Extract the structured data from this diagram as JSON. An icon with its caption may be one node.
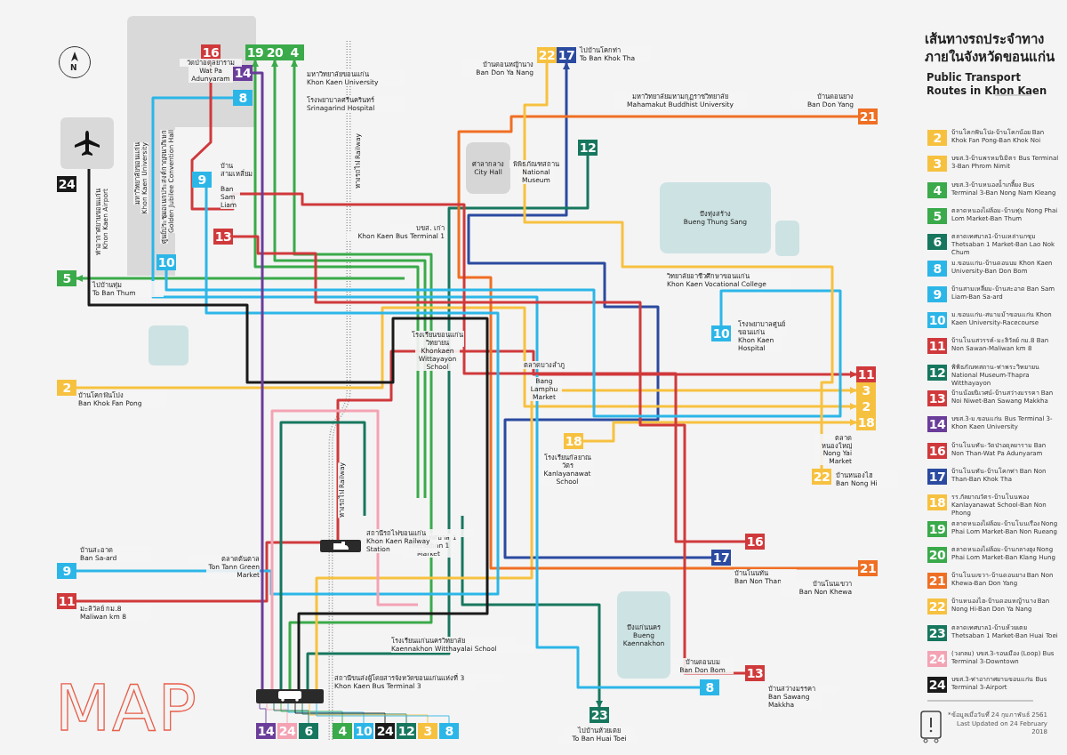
{
  "diagram": {
    "title": "เส้นทางรถประจำทางภายในจังหวัดขอนแก่น",
    "nodes": [
      {
        "text": [
          "N"
        ]
      },
      {
        "text": [
          "16"
        ]
      },
      {
        "text": [
          "19"
        ]
      },
      {
        "text": [
          "20"
        ]
      },
      {
        "text": [
          "4"
        ]
      },
      {
        "text": [
          "22"
        ]
      },
      {
        "text": [
          "17"
        ]
      },
      {
        "text": [
          "14"
        ]
      },
      {
        "text": [
          "8"
        ]
      },
      {
        "text": [
          "21"
        ]
      },
      {
        "text": [
          "12"
        ]
      },
      {
        "text": [
          "9"
        ]
      },
      {
        "text": [
          "24"
        ]
      },
      {
        "text": [
          "13"
        ]
      },
      {
        "text": [
          "10"
        ]
      },
      {
        "text": [
          "5"
        ]
      },
      {
        "text": [
          "10"
        ]
      },
      {
        "text": [
          "11"
        ]
      },
      {
        "text": [
          "2"
        ]
      },
      {
        "text": [
          "3"
        ]
      },
      {
        "text": [
          "2"
        ]
      },
      {
        "text": [
          "18"
        ]
      },
      {
        "text": [
          "18"
        ]
      },
      {
        "text": [
          "22"
        ]
      },
      {
        "text": [
          "16"
        ]
      },
      {
        "text": [
          "17"
        ]
      },
      {
        "text": [
          "21"
        ]
      },
      {
        "text": [
          "9"
        ]
      },
      {
        "text": [
          "11"
        ]
      },
      {
        "text": [
          "13"
        ]
      },
      {
        "text": [
          "8"
        ]
      },
      {
        "text": [
          "23"
        ]
      },
      {
        "text": [
          "14"
        ]
      },
      {
        "text": [
          "24"
        ]
      },
      {
        "text": [
          "6"
        ]
      },
      {
        "text": [
          "4"
        ]
      },
      {
        "text": [
          "10"
        ]
      },
      {
        "text": [
          "24"
        ]
      },
      {
        "text": [
          "12"
        ]
      },
      {
        "text": [
          "3"
        ]
      },
      {
        "text": [
          "8"
        ]
      },
      {
        "text": [],
        "shape": "box"
      },
      {
        "text": [
          "ศาลากลาง",
          "City Hall"
        ]
      },
      {
        "text": [
          "บึงทุ่งสร้าง",
          "Bueng Thung Sang"
        ]
      },
      {
        "text": [],
        "shape": "box"
      },
      {
        "text": [],
        "shape": "box"
      },
      {
        "text": [
          "บึงแก่นนคร",
          "Bueng Kaennakhon"
        ]
      },
      {
        "text": [],
        "shape": "bar"
      },
      {
        "text": [
          "2"
        ]
      },
      {
        "text": [
          "3"
        ]
      },
      {
        "text": [
          "4"
        ]
      },
      {
        "text": [
          "5"
        ]
      },
      {
        "text": [
          "6"
        ]
      },
      {
        "text": [
          "8"
        ]
      },
      {
        "text": [
          "9"
        ]
      },
      {
        "text": [
          "10"
        ]
      },
      {
        "text": [
          "11"
        ]
      },
      {
        "text": [
          "12"
        ]
      },
      {
        "text": [
          "13"
        ]
      },
      {
        "text": [
          "14"
        ]
      },
      {
        "text": [
          "16"
        ]
      },
      {
        "text": [
          "17"
        ]
      },
      {
        "text": [
          "18"
        ]
      },
      {
        "text": [
          "19"
        ]
      },
      {
        "text": [
          "20"
        ]
      },
      {
        "text": [
          "21"
        ]
      },
      {
        "text": [
          "22"
        ]
      },
      {
        "text": [
          "23"
        ]
      },
      {
        "text": [
          "24"
        ]
      },
      {
        "text": [
          "24"
        ]
      }
    ],
    "edges": [
      {
        "from": null,
        "to": 15,
        "arrow": "to",
        "color": "#3aaa4a"
      },
      {
        "from": null,
        "to": 2,
        "arrow": "to",
        "color": "#3aaa4a"
      },
      {
        "from": null,
        "to": 3,
        "arrow": "to",
        "color": "#3aaa4a"
      },
      {
        "from": 47,
        "to": 4,
        "arrow": "to",
        "color": "#3aaa4a"
      },
      {
        "from": 25,
        "to": 6,
        "arrow": "to",
        "color": "#2b4aa0"
      },
      {
        "from": 47,
        "to": 10,
        "arrow": "none",
        "color": "#17775e"
      },
      {
        "from": null,
        "to": 31,
        "arrow": "to",
        "color": "#17775e"
      },
      {
        "from": 28,
        "to": 17,
        "arrow": "to",
        "color": "#d0393b"
      },
      {
        "from": 18,
        "to": 20,
        "arrow": "to",
        "color": "#f7c140"
      },
      {
        "from": 47,
        "to": 19,
        "arrow": "to",
        "color": "#f7c140"
      },
      {
        "from": 22,
        "to": 21,
        "arrow": "to",
        "color": "#f7c140"
      },
      {
        "from": 9,
        "to": 26,
        "arrow": "none",
        "color": "#ef6f23"
      },
      {
        "from": 8,
        "to": 30,
        "arrow": "none",
        "color": "#2cb6e8"
      },
      {
        "from": 1,
        "to": 24,
        "arrow": "none",
        "color": "#d0393b"
      },
      {
        "from": 13,
        "to": 29,
        "arrow": "none",
        "color": "#d0393b"
      },
      {
        "from": 11,
        "to": 27,
        "arrow": "none",
        "color": "#2cb6e8"
      },
      {
        "from": 14,
        "to": 16,
        "arrow": "none",
        "color": "#2cb6e8"
      },
      {
        "from": 41,
        "to": 47,
        "arrow": "none",
        "color": "#1a1a1a"
      },
      {
        "from": 7,
        "to": 47,
        "arrow": "none",
        "color": "#6a3d9a"
      },
      {
        "from": 5,
        "to": 23,
        "arrow": "none",
        "color": "#f7c140"
      },
      {
        "from": 47,
        "to": null,
        "arrow": "none",
        "color": "#f4a3b4"
      },
      {
        "from": 47,
        "to": null,
        "arrow": "none",
        "color": "#17775e"
      },
      {
        "from": 47,
        "to": 32,
        "arrow": "none",
        "color": "#6a3d9a"
      },
      {
        "from": 47,
        "to": 33,
        "arrow": "none",
        "color": "#f4a3b4"
      },
      {
        "from": 47,
        "to": 34,
        "arrow": "none",
        "color": "#17775e"
      },
      {
        "from": 47,
        "to": 35,
        "arrow": "none",
        "color": "#3aaa4a"
      },
      {
        "from": 47,
        "to": 36,
        "arrow": "none",
        "color": "#2cb6e8"
      },
      {
        "from": 47,
        "to": 37,
        "arrow": "none",
        "color": "#1a1a1a"
      },
      {
        "from": 47,
        "to": 38,
        "arrow": "none",
        "color": "#17775e"
      },
      {
        "from": 47,
        "to": 39,
        "arrow": "none",
        "color": "#f7c140"
      },
      {
        "from": 47,
        "to": 40,
        "arrow": "none",
        "color": "#2cb6e8"
      }
    ],
    "labels": [
      "Public Transport Routes in Khon Kaen",
      "วัดป่าอดุลยาราม",
      "Wat Pa Adunyaram",
      "มหาวิทยาลัยขอนแก่น",
      "Khon Kaen University",
      "โรงพยาบาลศรีนครินทร์",
      "Srinagarind Hospital",
      "บ้านสามเหลี่ยม",
      "Ban Sam Liam",
      "มหาวิทยาลัยขอนแก่น",
      "Khon Kaen University",
      "ศูนย์ประชุมอเนกประสงค์กาญจนาภิเษก",
      "Golden Jubilee Convention Hall",
      "ท่าอากาศยานขอนแก่น",
      "Khon Kaen Airport",
      "ไปบ้านทุ่ม",
      "To Ban Thum",
      "ทางรถไฟ Railway",
      "บขส. เก่า",
      "Khon Kaen Bus Terminal 1",
      "บ้านโคกฟันโปง",
      "Ban Khok Fan Pong",
      "โรงเรียนขอนแก่นวิทยายน",
      "Khonkaen Wittayayon School",
      "ตลาดบางลำภู",
      "Bang Lamphu Market",
      "ตลาดสดเทศบาล 1",
      "Thetsaban 1 Market",
      "ทางรถไฟ Railway",
      "สถานีรถไฟขอนแก่น",
      "Khon Kaen Railway Station",
      "บ้านสะอาด",
      "Ban Sa-ard",
      "ตลาดต้นตาล",
      "Ton Tann Green Market",
      "มะลิวัลย์ กม.8",
      "Maliwan km 8",
      "โรงเรียนแก่นนครวิทยาลัย",
      "Kaennakhon Witthayalai School",
      "สถานีขนส่งผู้โดยสารจังหวัดขอนแก่นแห่งที่ 3",
      "Khon Kaen Bus Terminal 3",
      "MAP",
      "บ้านดอนหญ้านาง",
      "Ban Don Ya Nang",
      "ไปบ้านโคกท่า",
      "To Ban Khok Tha",
      "มหาวิทยาลัยมหามกุฏราชวิทยาลัย",
      "Mahamakut Buddhist University",
      "บ้านดอนยาง",
      "Ban Don Yang",
      "พิพิธภัณฑสถาน",
      "National Museum",
      "วิทยาลัยอาชีวศึกษาขอนแก่น",
      "Khon Kaen Vocational College",
      "โรงพยาบาลศูนย์ขอนแก่น",
      "Khon Kaen Hospital",
      "โรงเรียนกัลยาณวัตร",
      "Kanlayanawat School",
      "ตลาดหนองใหญ่",
      "Nong Yai Market",
      "บ้านหนองไฮ",
      "Ban Nong Hi",
      "บ้านโนนทัน",
      "Ban Non Than",
      "บ้านโนนเขวา",
      "Ban Non Khewa",
      "บ้านดอนบม",
      "Ban Don Bom",
      "บ้านสว่างมรรคา",
      "Ban Sawang Makkha",
      "ไปบ้านห้วยเตย",
      "To Ban Huai Toei",
      "*ข้อมูลเมื่อวันที่ 24 กุมภาพันธ์ 2561",
      "Last Updated on 24 February 2018"
    ],
    "legend": [
      {
        "text": "บ้านโคกฟันโปง-บ้านโคกน้อย Ban Khok Fan Pong-Ban Khok Noi",
        "color": "#f7c140"
      },
      {
        "text": "บขส.3-บ้านพรหมนิมิตร Bus Terminal 3-Ban Phrom Nimit",
        "color": "#f7c140"
      },
      {
        "text": "บขส.3-บ้านหนองน้ำเกลี้ยง Bus Terminal 3-Ban Nong Nam Kleang",
        "color": "#3aaa4a"
      },
      {
        "text": "ตลาดหนองไผ่ล้อม-บ้านทุ่ม Nong Phai Lom Market-Ban Thum",
        "color": "#3aaa4a"
      },
      {
        "text": "ตลาดเทศบาล1-บ้านเหล่านกชุม Thetsaban 1 Market-Ban Lao Nok Chum",
        "color": "#17775e"
      },
      {
        "text": "ม.ขอนแก่น-บ้านดอนบม Khon Kaen University-Ban Don Bom",
        "color": "#2cb6e8"
      },
      {
        "text": "บ้านสามเหลี่ยม-บ้านสะอาด Ban Sam Liam-Ban Sa-ard",
        "color": "#2cb6e8"
      },
      {
        "text": "ม.ขอนแก่น-สนามม้าขอนแก่น Khon Kaen University-Racecourse",
        "color": "#2cb6e8"
      },
      {
        "text": "บ้านโนนสวรรค์-มะลิวัลย์ กม.8 Ban Non Sawan-Maliwan km 8",
        "color": "#d0393b"
      },
      {
        "text": "พิพิธภัณฑสถาน-ท่าพระวิทยายน National Museum-Thapra Witthayayon",
        "color": "#17775e"
      },
      {
        "text": "บ้านน้อยนิเวศน์-บ้านสว่างมรรคา Ban Noi Niwet-Ban Sawang Makkha",
        "color": "#d0393b"
      },
      {
        "text": "บขส.3-ม.ขอนแก่น Bus Terminal 3-Khon Kaen University",
        "color": "#6a3d9a"
      },
      {
        "text": "บ้านโนนทัน-วัดป่าอดุลยาราม Ban Non Than-Wat Pa Adunyaram",
        "color": "#d0393b"
      },
      {
        "text": "บ้านโนนทัน-บ้านโคกท่า Ban Non Than-Ban Khok Tha",
        "color": "#2b4aa0"
      },
      {
        "text": "รร.กัลยาณวัตร-บ้านโนนพอง Kanlayanawat School-Ban Non Phong",
        "color": "#f7c140"
      },
      {
        "text": "ตลาดหนองไผ่ล้อม-บ้านโนนเรือง Nong Phai Lom Market-Ban Non Rueang",
        "color": "#3aaa4a"
      },
      {
        "text": "ตลาดหนองไผ่ล้อม-บ้านกลางฮุง Nong Phai Lom Market-Ban Klang Hung",
        "color": "#3aaa4a"
      },
      {
        "text": "บ้านโนนเขวา-บ้านดอนยาง Ban Non Khewa-Ban Don Yang",
        "color": "#ef6f23"
      },
      {
        "text": "บ้านหนองไฮ-บ้านดอนหญ้านาง Ban Nong Hi-Ban Don Ya Nang",
        "color": "#f7c140"
      },
      {
        "text": "ตลาดเทศบาล1-บ้านห้วยเตย Thetsaban 1 Market-Ban Huai Toei",
        "color": "#17775e"
      },
      {
        "text": "(วงกลม) บขส.3-รอบเมือง (Loop) Bus Terminal 3-Downtown",
        "color": "#f4a3b4"
      },
      {
        "text": "บขส.3-ท่าอากาศยานขอนแก่น Bus Terminal 3-Airport",
        "color": "#1a1a1a"
      }
    ]
  }
}
